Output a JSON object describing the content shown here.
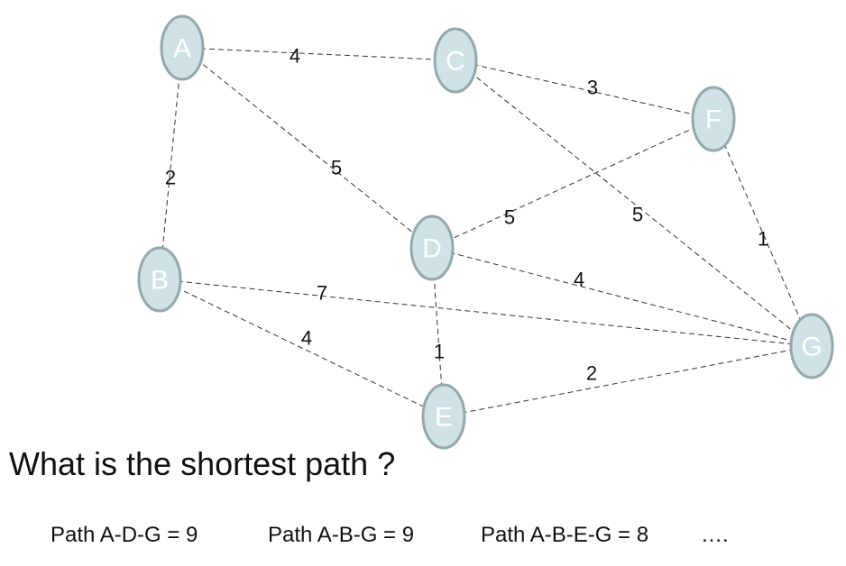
{
  "graph": {
    "nodes": [
      {
        "id": "A",
        "label": "A"
      },
      {
        "id": "B",
        "label": "B"
      },
      {
        "id": "C",
        "label": "C"
      },
      {
        "id": "D",
        "label": "D"
      },
      {
        "id": "E",
        "label": "E"
      },
      {
        "id": "F",
        "label": "F"
      },
      {
        "id": "G",
        "label": "G"
      }
    ],
    "edges": [
      {
        "from": "A",
        "to": "C",
        "weight": "4"
      },
      {
        "from": "A",
        "to": "B",
        "weight": "2"
      },
      {
        "from": "A",
        "to": "D",
        "weight": "5"
      },
      {
        "from": "C",
        "to": "F",
        "weight": "3"
      },
      {
        "from": "C",
        "to": "G",
        "weight": "5"
      },
      {
        "from": "F",
        "to": "D",
        "weight": "5"
      },
      {
        "from": "F",
        "to": "G",
        "weight": "1"
      },
      {
        "from": "B",
        "to": "G",
        "weight": "7"
      },
      {
        "from": "B",
        "to": "E",
        "weight": "4"
      },
      {
        "from": "D",
        "to": "G",
        "weight": "4"
      },
      {
        "from": "D",
        "to": "E",
        "weight": "1"
      },
      {
        "from": "E",
        "to": "G",
        "weight": "2"
      }
    ],
    "colors": {
      "node_fill": "#cfe2e6",
      "node_stroke": "#94a9ad",
      "edge": "#333333"
    }
  },
  "question": "What is the shortest path ?",
  "paths": [
    "Path A-D-G = 9",
    "Path A-B-G = 9",
    "Path A-B-E-G = 8",
    "…."
  ]
}
